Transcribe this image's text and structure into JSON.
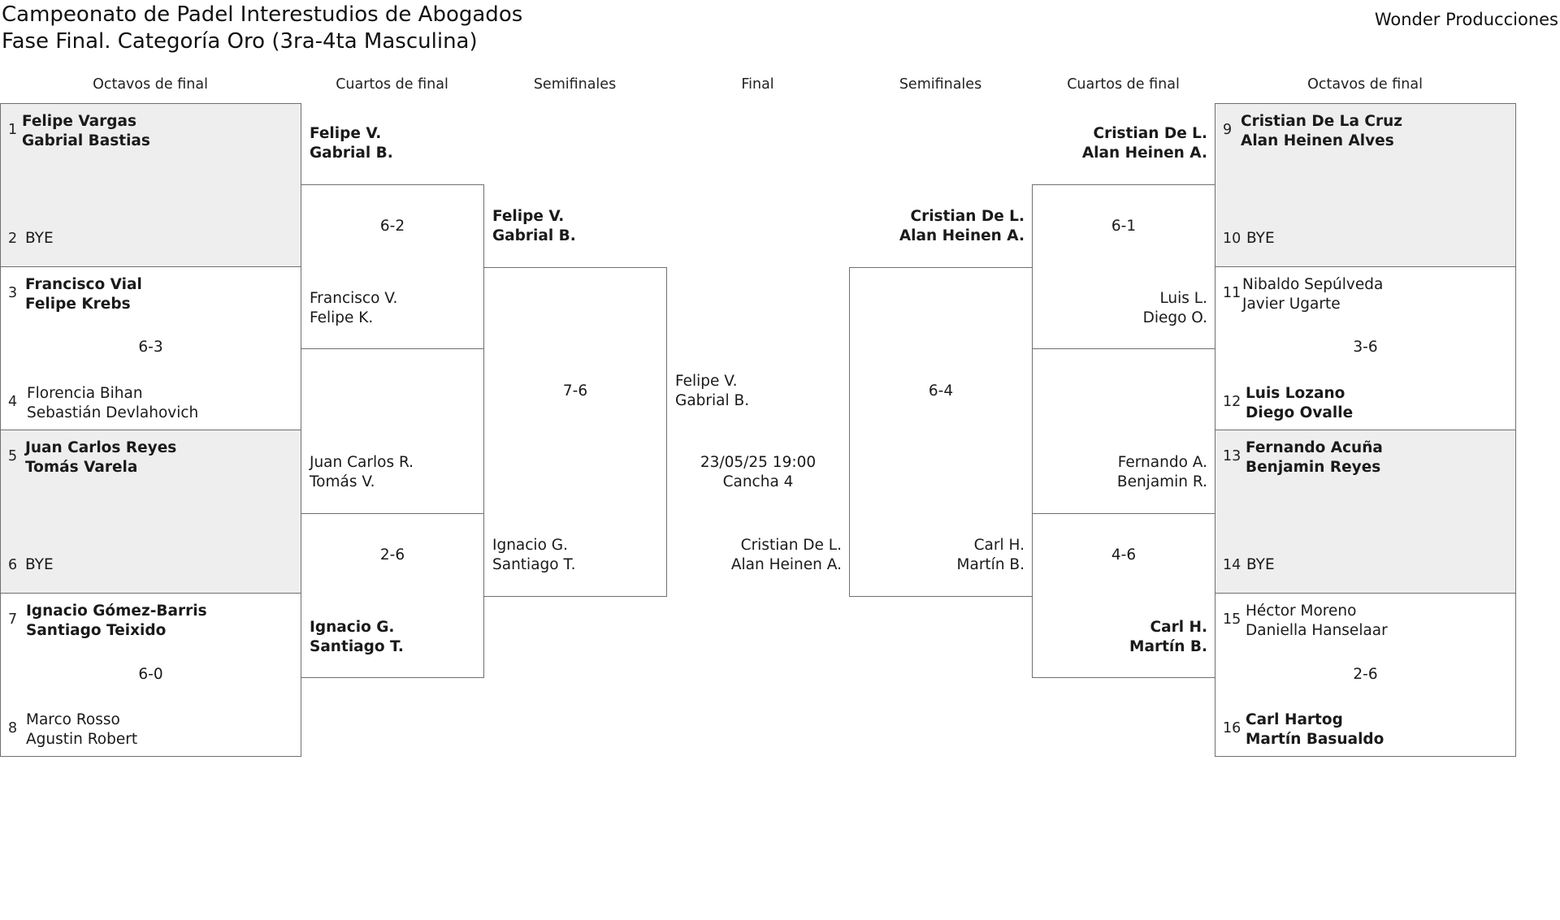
{
  "header": {
    "title_line1": "Campeonato de Padel Interestudios de Abogados",
    "title_line2": "Fase Final. Categoría Oro (3ra-4ta Masculina)",
    "organizer": "Wonder Producciones"
  },
  "rounds": {
    "left_octavos": "Octavos de final",
    "left_cuartos": "Cuartos de final",
    "left_semis": "Semifinales",
    "final": "Final",
    "right_semis": "Semifinales",
    "right_cuartos": "Cuartos de final",
    "right_octavos": "Octavos de final"
  },
  "octavos_left": [
    {
      "seed_a": "1",
      "a1": "Felipe Vargas",
      "a2": "Gabrial Bastias",
      "seed_b": "2",
      "b1": "BYE",
      "b2": "",
      "score": ""
    },
    {
      "seed_a": "3",
      "a1": "Francisco Vial",
      "a2": "Felipe Krebs",
      "seed_b": "4",
      "b1": "Florencia Bihan",
      "b2": "Sebastián Devlahovich",
      "score": "6-3"
    },
    {
      "seed_a": "5",
      "a1": "Juan Carlos Reyes",
      "a2": "Tomás Varela",
      "seed_b": "6",
      "b1": "BYE",
      "b2": "",
      "score": ""
    },
    {
      "seed_a": "7",
      "a1": "Ignacio Gómez-Barris",
      "a2": "Santiago Teixido",
      "seed_b": "8",
      "b1": "Marco Rosso",
      "b2": "Agustin Robert",
      "score": "6-0"
    }
  ],
  "octavos_right": [
    {
      "seed_a": "9",
      "a1": "Cristian De La Cruz",
      "a2": "Alan Heinen Alves",
      "seed_b": "10",
      "b1": "BYE",
      "b2": "",
      "score": ""
    },
    {
      "seed_a": "11",
      "a1": "Nibaldo Sepúlveda",
      "a2": "Javier Ugarte",
      "seed_b": "12",
      "b1": "Luis Lozano",
      "b2": "Diego Ovalle",
      "score": "3-6"
    },
    {
      "seed_a": "13",
      "a1": "Fernando Acuña",
      "a2": "Benjamin Reyes",
      "seed_b": "14",
      "b1": "BYE",
      "b2": "",
      "score": ""
    },
    {
      "seed_a": "15",
      "a1": "Héctor Moreno",
      "a2": "Daniella Hanselaar",
      "seed_b": "16",
      "b1": "Carl Hartog",
      "b2": "Martín Basualdo",
      "score": "2-6"
    }
  ],
  "cuartos_left": [
    {
      "a1": "Felipe V.",
      "a2": "Gabrial B.",
      "b1": "Francisco V.",
      "b2": "Felipe K.",
      "score": "6-2"
    },
    {
      "a1": "Juan Carlos R.",
      "a2": "Tomás V.",
      "b1": "Ignacio G.",
      "b2": "Santiago T.",
      "score": "2-6"
    }
  ],
  "cuartos_right": [
    {
      "a1": "Cristian De L.",
      "a2": "Alan Heinen A.",
      "b1": "Luis L.",
      "b2": "Diego O.",
      "score": "6-1"
    },
    {
      "a1": "Fernando A.",
      "a2": "Benjamin R.",
      "b1": "Carl H.",
      "b2": "Martín B.",
      "score": "4-6"
    }
  ],
  "semis_left": {
    "a1": "Felipe V.",
    "a2": "Gabrial B.",
    "b1": "Ignacio G.",
    "b2": "Santiago T.",
    "score": "7-6"
  },
  "semis_right": {
    "a1": "Cristian De L.",
    "a2": "Alan Heinen A.",
    "b1": "Carl H.",
    "b2": "Martín B.",
    "score": "6-4"
  },
  "final": {
    "a1": "Felipe V.",
    "a2": "Gabrial B.",
    "schedule": "23/05/25 19:00 Cancha 4",
    "b1": "Cristian De L.",
    "b2": "Alan Heinen A."
  }
}
